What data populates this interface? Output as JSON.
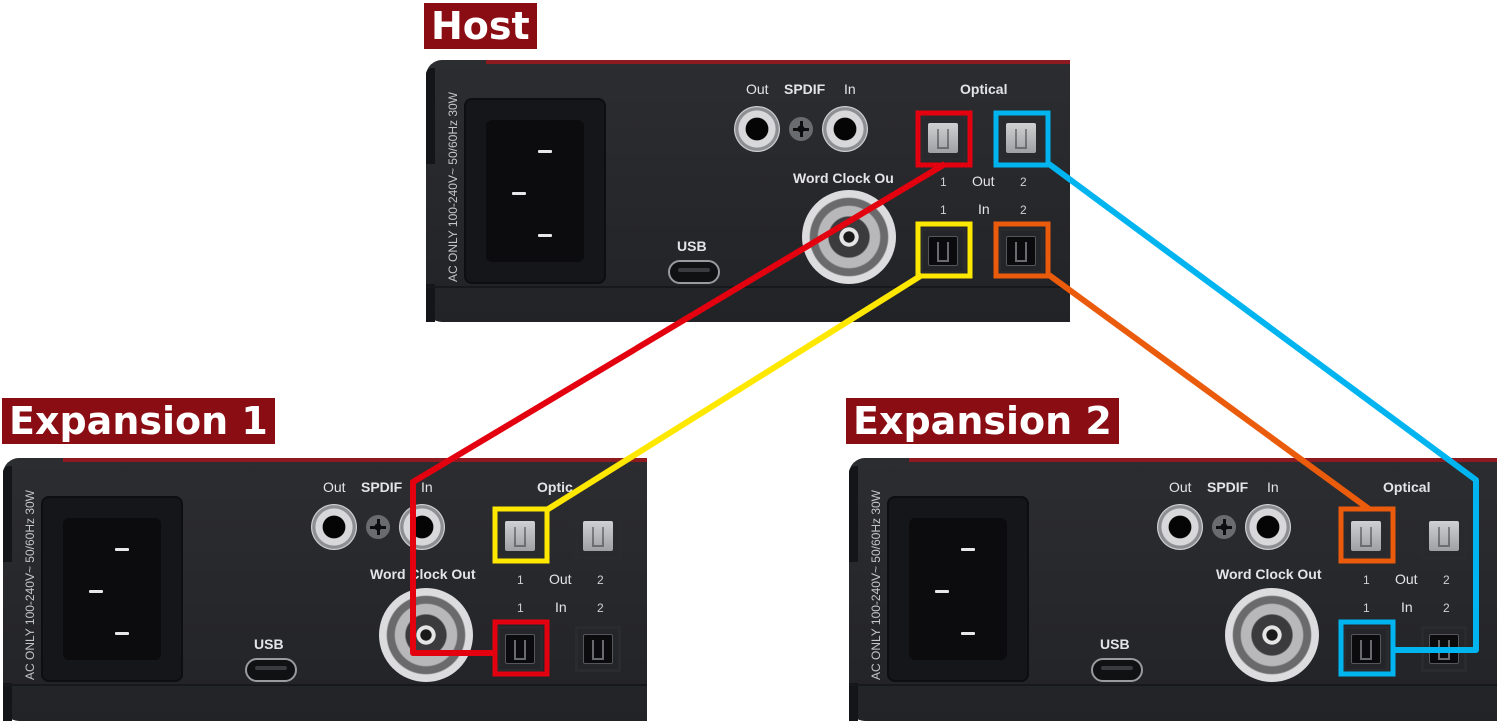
{
  "titles": {
    "host": "Host",
    "expansion1": "Expansion 1",
    "expansion2": "Expansion 2"
  },
  "device_labels": {
    "power": "AC ONLY 100-240V~ 50/60Hz 30W",
    "spdif": "SPDIF",
    "spdif_out": "Out",
    "spdif_in": "In",
    "optical": "Optical",
    "word_clock": "Word Clock Out",
    "usb": "USB",
    "port1": "1",
    "port2": "2",
    "optical_out": "Out",
    "optical_in": "In"
  },
  "host_labels": {
    "optical": "Optical",
    "word_clock": "Word Clock Ou"
  },
  "exp1_labels": {
    "optical": "Optic",
    "spdif_in": "In"
  },
  "connections": [
    {
      "color": "#e3000f",
      "from": "host optical out 1",
      "to": "expansion 1 optical in 1"
    },
    {
      "color": "#ffe800",
      "from": "host optical in 1",
      "to": "expansion 1 optical out 1"
    },
    {
      "color": "#ea5b0c",
      "from": "host optical in 2",
      "to": "expansion 2 optical out 1"
    },
    {
      "color": "#00b4f0",
      "from": "host optical out 2",
      "to": "expansion 2 optical in 1"
    }
  ],
  "colors": {
    "title_bg": "#8b0d14",
    "chassis": "#2a2b2f",
    "red": "#e3000f",
    "yellow": "#ffe800",
    "orange": "#ea5b0c",
    "blue": "#00b4f0"
  }
}
